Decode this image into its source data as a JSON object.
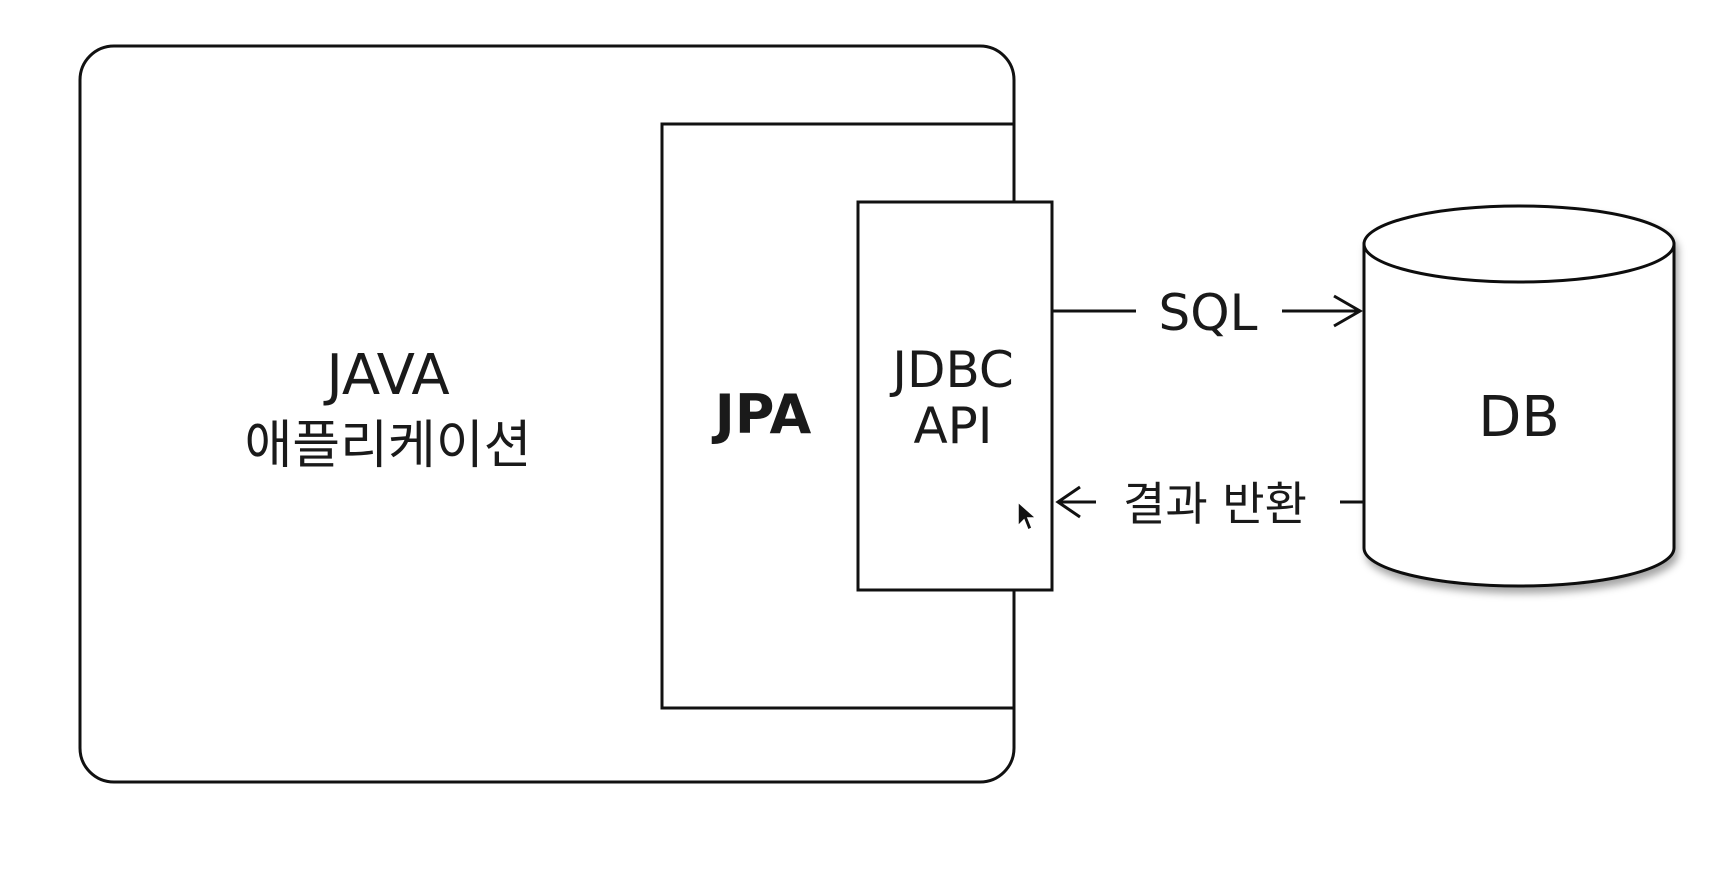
{
  "diagram": {
    "app": {
      "line1": "JAVA",
      "line2": "애플리케이션"
    },
    "jpa": {
      "label": "JPA"
    },
    "jdbc": {
      "line1": "JDBC",
      "line2": "API"
    },
    "db": {
      "label": "DB"
    },
    "arrows": {
      "request": "SQL",
      "response": "결과 반환"
    }
  }
}
